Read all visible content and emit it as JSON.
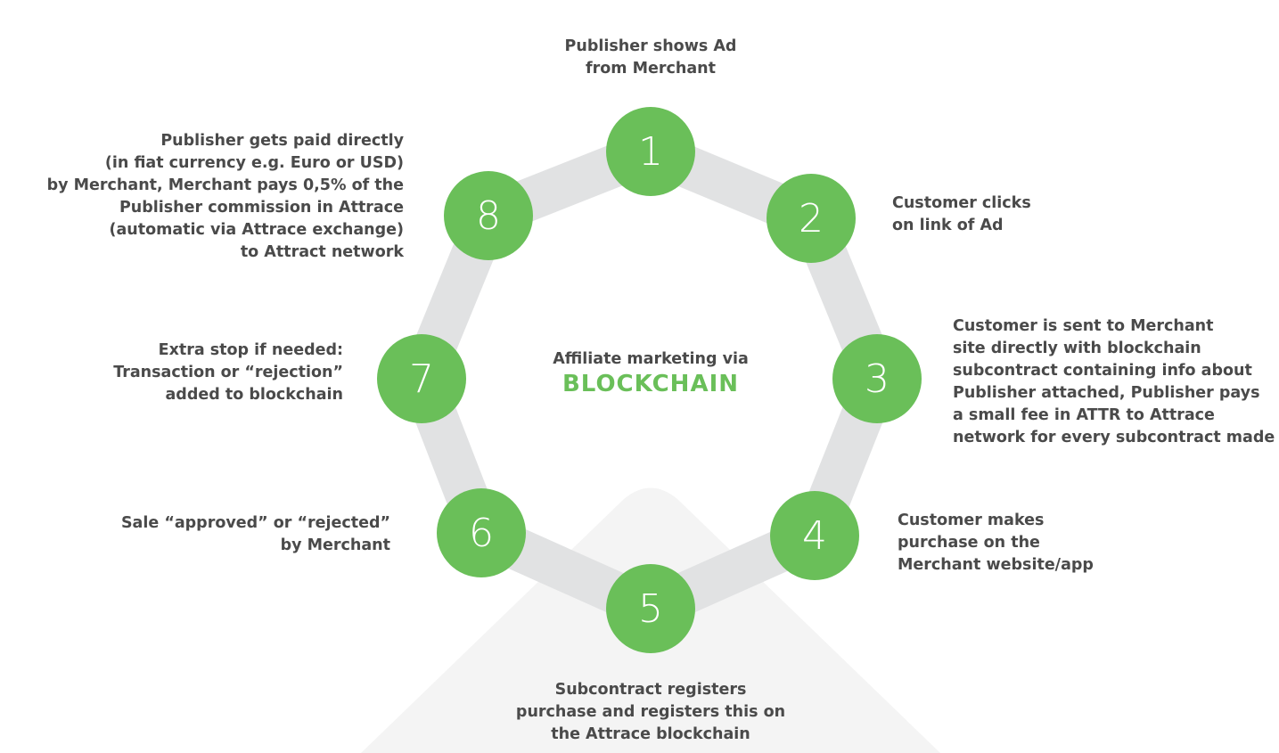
{
  "center": {
    "title": "Affiliate marketing via",
    "subtitle": "BLOCKCHAIN"
  },
  "colors": {
    "node_fill": "#6abf59",
    "ring_stroke": "#e1e2e3",
    "text": "#4a4a4a",
    "accent": "#6abf59"
  },
  "steps": [
    {
      "number": "1",
      "lines": [
        "Publisher shows Ad",
        "from Merchant"
      ]
    },
    {
      "number": "2",
      "lines": [
        "Customer clicks",
        "on link of Ad"
      ]
    },
    {
      "number": "3",
      "lines": [
        "Customer is sent to Merchant",
        "site directly with blockchain",
        "subcontract containing info about",
        "Publisher attached, Publisher pays",
        "a small fee in ATTR to Attrace",
        "network for every subcontract made"
      ]
    },
    {
      "number": "4",
      "lines": [
        "Customer makes",
        "purchase on the",
        "Merchant website/app"
      ]
    },
    {
      "number": "5",
      "lines": [
        "Subcontract registers",
        "purchase and registers this on",
        "the Attrace blockchain"
      ]
    },
    {
      "number": "6",
      "lines": [
        "Sale “approved” or “rejected”",
        "by Merchant"
      ]
    },
    {
      "number": "7",
      "lines": [
        "Extra stop if needed:",
        "Transaction or “rejection”",
        "added to blockchain"
      ]
    },
    {
      "number": "8",
      "lines": [
        "Publisher gets paid directly",
        "(in fiat currency e.g. Euro or USD)",
        "by Merchant, Merchant pays 0,5% of the",
        "Publisher commission in Attrace",
        "(automatic via Attrace exchange)",
        "to Attract network"
      ]
    }
  ]
}
